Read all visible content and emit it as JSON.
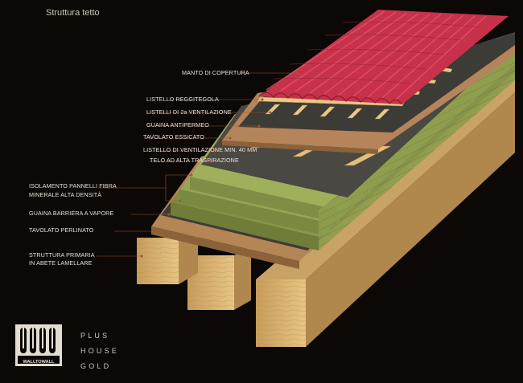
{
  "title": "Struttura tetto",
  "labels": {
    "manto": "MANTO DI COPERTURA",
    "listello_reggitegola": "LISTELLO REGGITEGOLA",
    "listelli_ventilazione": "LISTELLI DI 2a VENTILAZIONE",
    "guaina_antipermeo": "GUAINA ANTIPERMEO",
    "tavolato_essicato": "TAVOLATO ESSICATO",
    "listello_ventilazione": "LISTELLO DI VENTILAZIONE MIN. 40 MM",
    "telo": "TELO AD ALTA TRASPIRAZIONE",
    "isolamento_1": "ISOLAMENTO PANNELLI FIBRA",
    "isolamento_2": "MINERALE ALTA DENSITÀ",
    "guaina_barriera": "GUAINA BARRIERA A VAPORE",
    "tavolato_perlinato": "TAVOLATO PERLINATO",
    "struttura_1": "STRUTTURA PRIMARIA",
    "struttura_2": "IN ABETE LAMELLARE"
  },
  "brand": {
    "logo_text": "WALLTOWALL",
    "line1": "PLUS",
    "line2": "HOUSE",
    "line3": "GOLD"
  },
  "colors": {
    "tile_red": "#c8324a",
    "wood_light": "#e6c383",
    "insulation_green": "#8f9e4e",
    "membrane_dark": "#3c3b35",
    "background": "#0b0806"
  }
}
